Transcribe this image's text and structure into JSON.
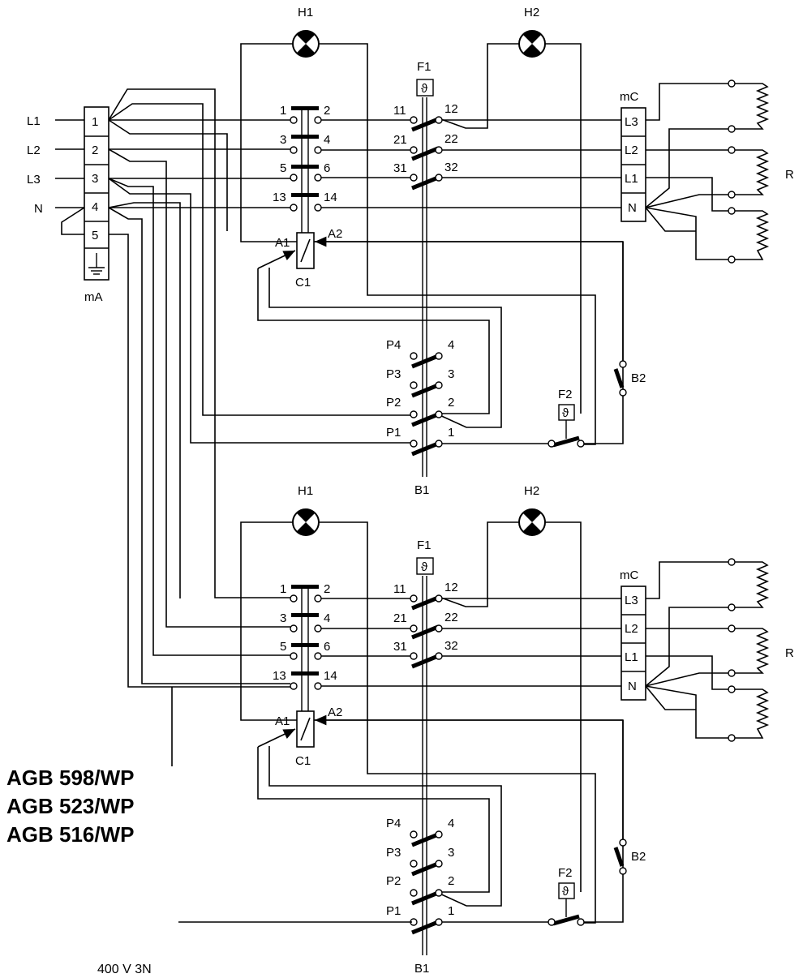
{
  "supply": {
    "lines": [
      "L1",
      "L2",
      "L3",
      "N"
    ],
    "terminals": [
      "1",
      "2",
      "3",
      "4",
      "5"
    ],
    "block_label": "mA",
    "voltage": "400 V 3N"
  },
  "models": [
    "AGB 598/WP",
    "AGB 523/WP",
    "AGB 516/WP"
  ],
  "unit": {
    "lamp_left": "H1",
    "lamp_right": "H2",
    "thermostat_main": "F1",
    "thermostat_safety": "F2",
    "thermostat_symbol": "ϑ",
    "contactor": "C1",
    "coil_a1": "A1",
    "coil_a2": "A2",
    "contactor_contacts": [
      [
        "1",
        "2"
      ],
      [
        "3",
        "4"
      ],
      [
        "5",
        "6"
      ],
      [
        "13",
        "14"
      ]
    ],
    "switch_contacts": [
      [
        "11",
        "12"
      ],
      [
        "21",
        "22"
      ],
      [
        "31",
        "32"
      ]
    ],
    "selector_contacts": [
      [
        "P4",
        "4"
      ],
      [
        "P3",
        "3"
      ],
      [
        "P2",
        "2"
      ],
      [
        "P1",
        "1"
      ]
    ],
    "selector": "B1",
    "pressure_switch": "B2",
    "heater_block": "mC",
    "heater_terminals": [
      "L3",
      "L2",
      "L1",
      "N"
    ],
    "heater": "R"
  }
}
